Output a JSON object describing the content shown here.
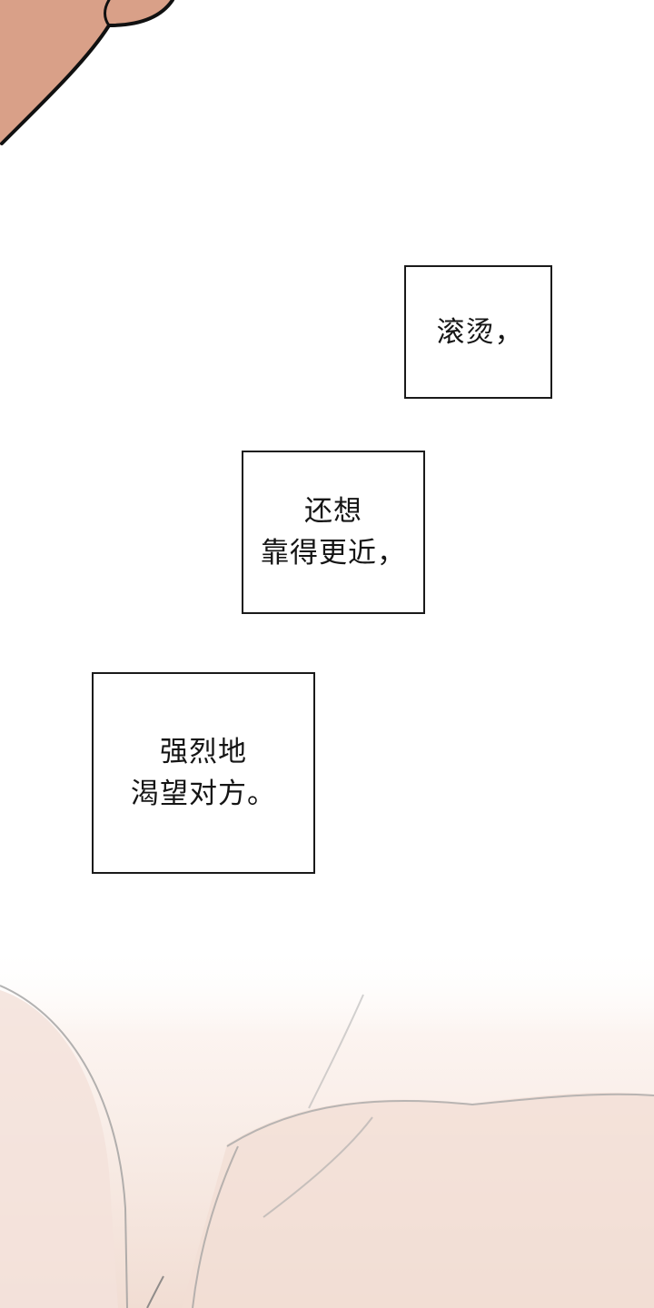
{
  "panels": [
    {
      "lines": [
        "滚烫，"
      ]
    },
    {
      "lines": [
        "还想",
        "靠得更近，"
      ]
    },
    {
      "lines": [
        "强烈地",
        "渴望对方。"
      ]
    }
  ],
  "colors": {
    "background": "#ffffff",
    "skin": "#d9a088",
    "lower_skin": "#f4e4dc",
    "ink": "#1a1a1a"
  }
}
